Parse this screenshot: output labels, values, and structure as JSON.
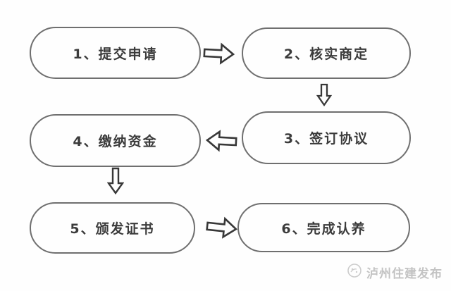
{
  "flowchart": {
    "title_hint": "six-step adoption process flowchart",
    "nodes": [
      {
        "step": 1,
        "label": "1、提交申请"
      },
      {
        "step": 2,
        "label": "2、核实商定"
      },
      {
        "step": 3,
        "label": "3、签订协议"
      },
      {
        "step": 4,
        "label": "4、缴纳资金"
      },
      {
        "step": 5,
        "label": "5、颁发证书"
      },
      {
        "step": 6,
        "label": "6、完成认养"
      }
    ],
    "arrows": [
      {
        "from": 1,
        "to": 2,
        "direction": "right"
      },
      {
        "from": 2,
        "to": 3,
        "direction": "down"
      },
      {
        "from": 3,
        "to": 4,
        "direction": "left"
      },
      {
        "from": 4,
        "to": 5,
        "direction": "down"
      },
      {
        "from": 5,
        "to": 6,
        "direction": "right"
      }
    ],
    "colors": {
      "background": "#fefefe",
      "node_border": "#6f6f6f",
      "node_text": "#3b3b3b",
      "arrow_outline": "#383838",
      "watermark_text": "#c3c3c3"
    }
  },
  "watermark": {
    "label": "泸州住建发布",
    "icon": "publisher-logo-icon"
  }
}
